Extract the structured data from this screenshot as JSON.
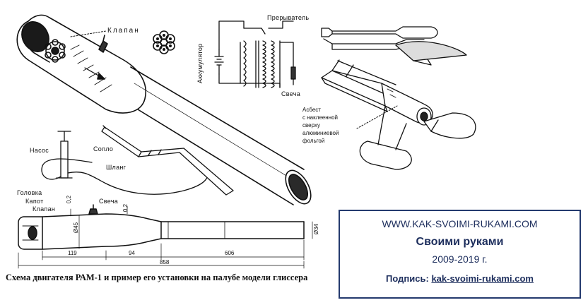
{
  "labels": {
    "valve": "Клапан",
    "battery": "Аккумулятор",
    "breaker": "Прерыватель",
    "plug": "Свеча",
    "pump": "Насос",
    "nozzle": "Сопло",
    "hose": "Шланг",
    "head": "Головка",
    "hood": "Капот",
    "valve2": "Клапан",
    "plug2": "Свеча",
    "asbestos": [
      "Асбест",
      "с наклеенной",
      "сверху",
      "алюминиевой",
      "фольгой"
    ]
  },
  "dimensions": {
    "gap1": "0,2",
    "gap2": "0,2",
    "dia_head": "Ø45",
    "dia_tail": "Ø34",
    "len_head": "119",
    "len_mid": "94",
    "len_tail": "606",
    "len_total": "858"
  },
  "caption": "Схема двигателя РАМ-1 и пример его установки на палубе модели глиссера",
  "credit": {
    "url": "WWW.KAK-SVOIMI-RUKAMI.COM",
    "title": "Своими руками",
    "years": "2009-2019 г.",
    "sign_label": "Подпись:",
    "sign_value": "kak-svoimi-rukami.com"
  }
}
